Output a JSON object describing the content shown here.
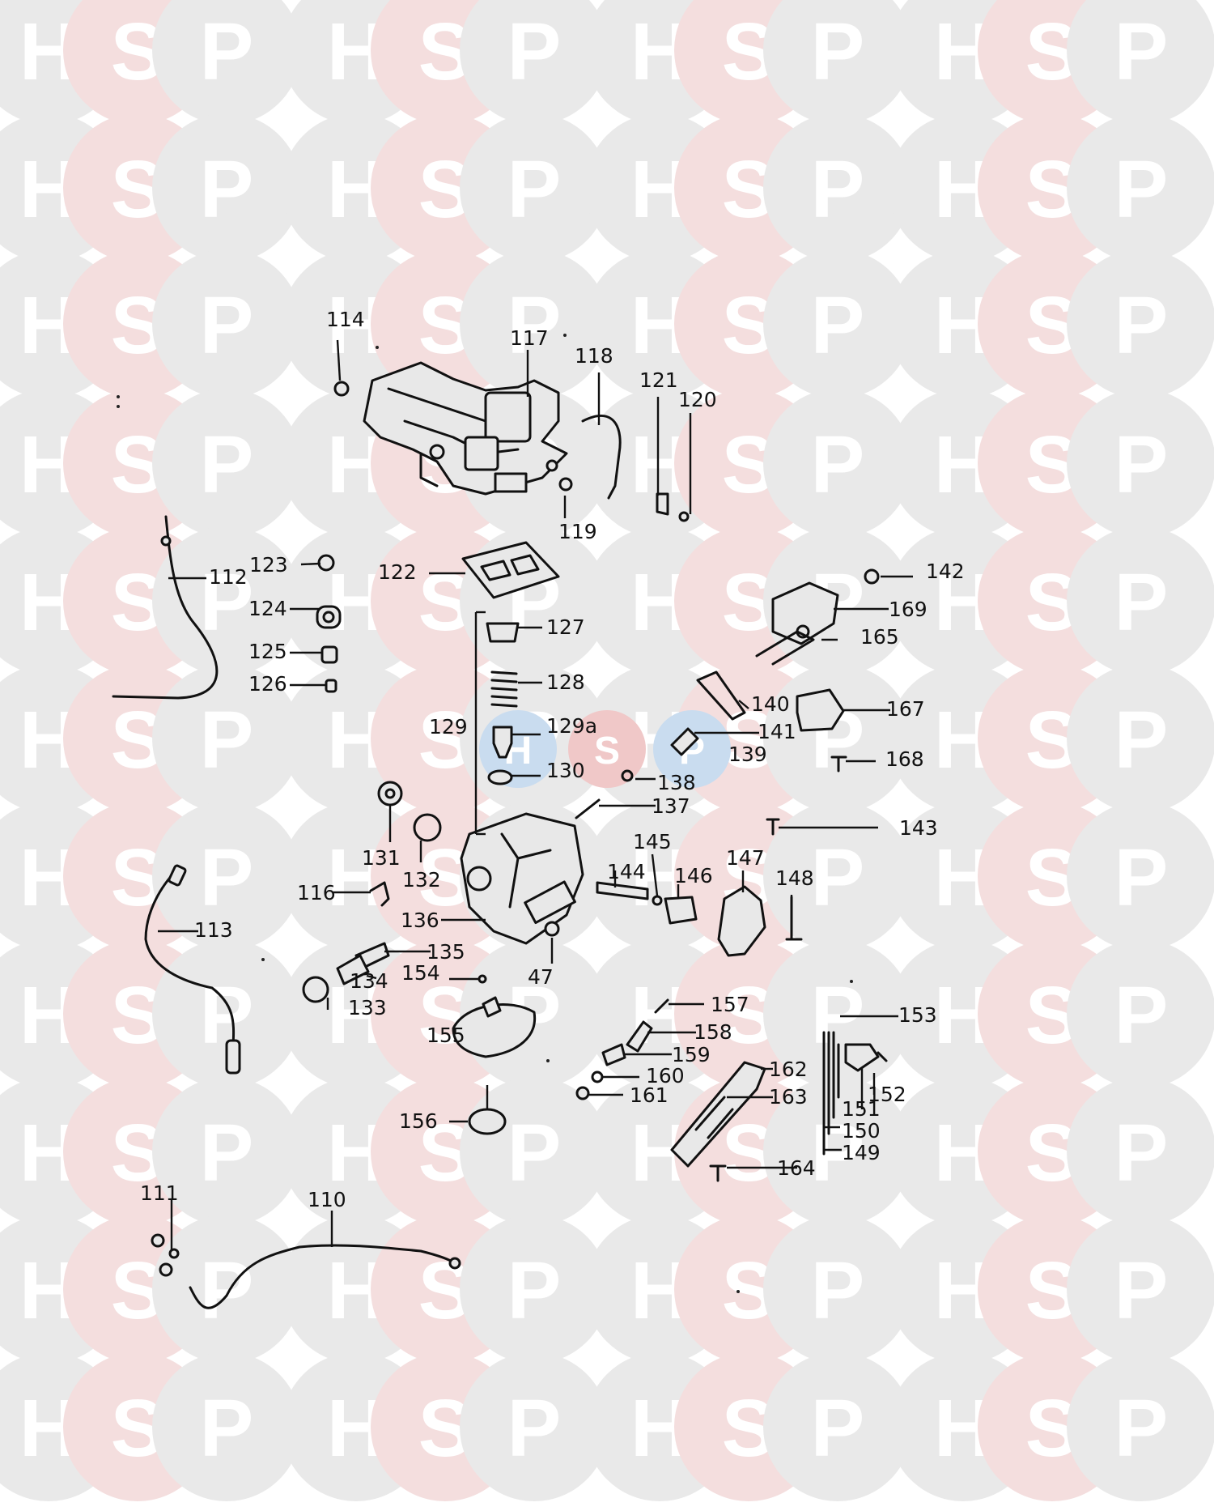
{
  "watermark": {
    "letters": [
      "H",
      "S",
      "P"
    ],
    "colors": {
      "H": "#e9e9e9",
      "S": "#f4dede",
      "P": "#e9e9e9",
      "letter": "#ffffff"
    },
    "center_logo_colors": {
      "H": "#c9dcef",
      "S": "#f0c8c8",
      "P": "#c9dcef"
    }
  },
  "callouts": [
    "114",
    "117",
    "118",
    "121",
    "120",
    "119",
    "112",
    "123",
    "122",
    "124",
    "125",
    "126",
    "127",
    "128",
    "129",
    "129a",
    "130",
    "140",
    "141",
    "139",
    "138",
    "137",
    "142",
    "169",
    "165",
    "167",
    "168",
    "143",
    "131",
    "132",
    "116",
    "113",
    "136",
    "144",
    "145",
    "146",
    "147",
    "148",
    "135",
    "134",
    "154",
    "47",
    "133",
    "155",
    "157",
    "158",
    "159",
    "160",
    "161",
    "162",
    "163",
    "156",
    "153",
    "152",
    "151",
    "150",
    "149",
    "164",
    "111",
    "110"
  ]
}
